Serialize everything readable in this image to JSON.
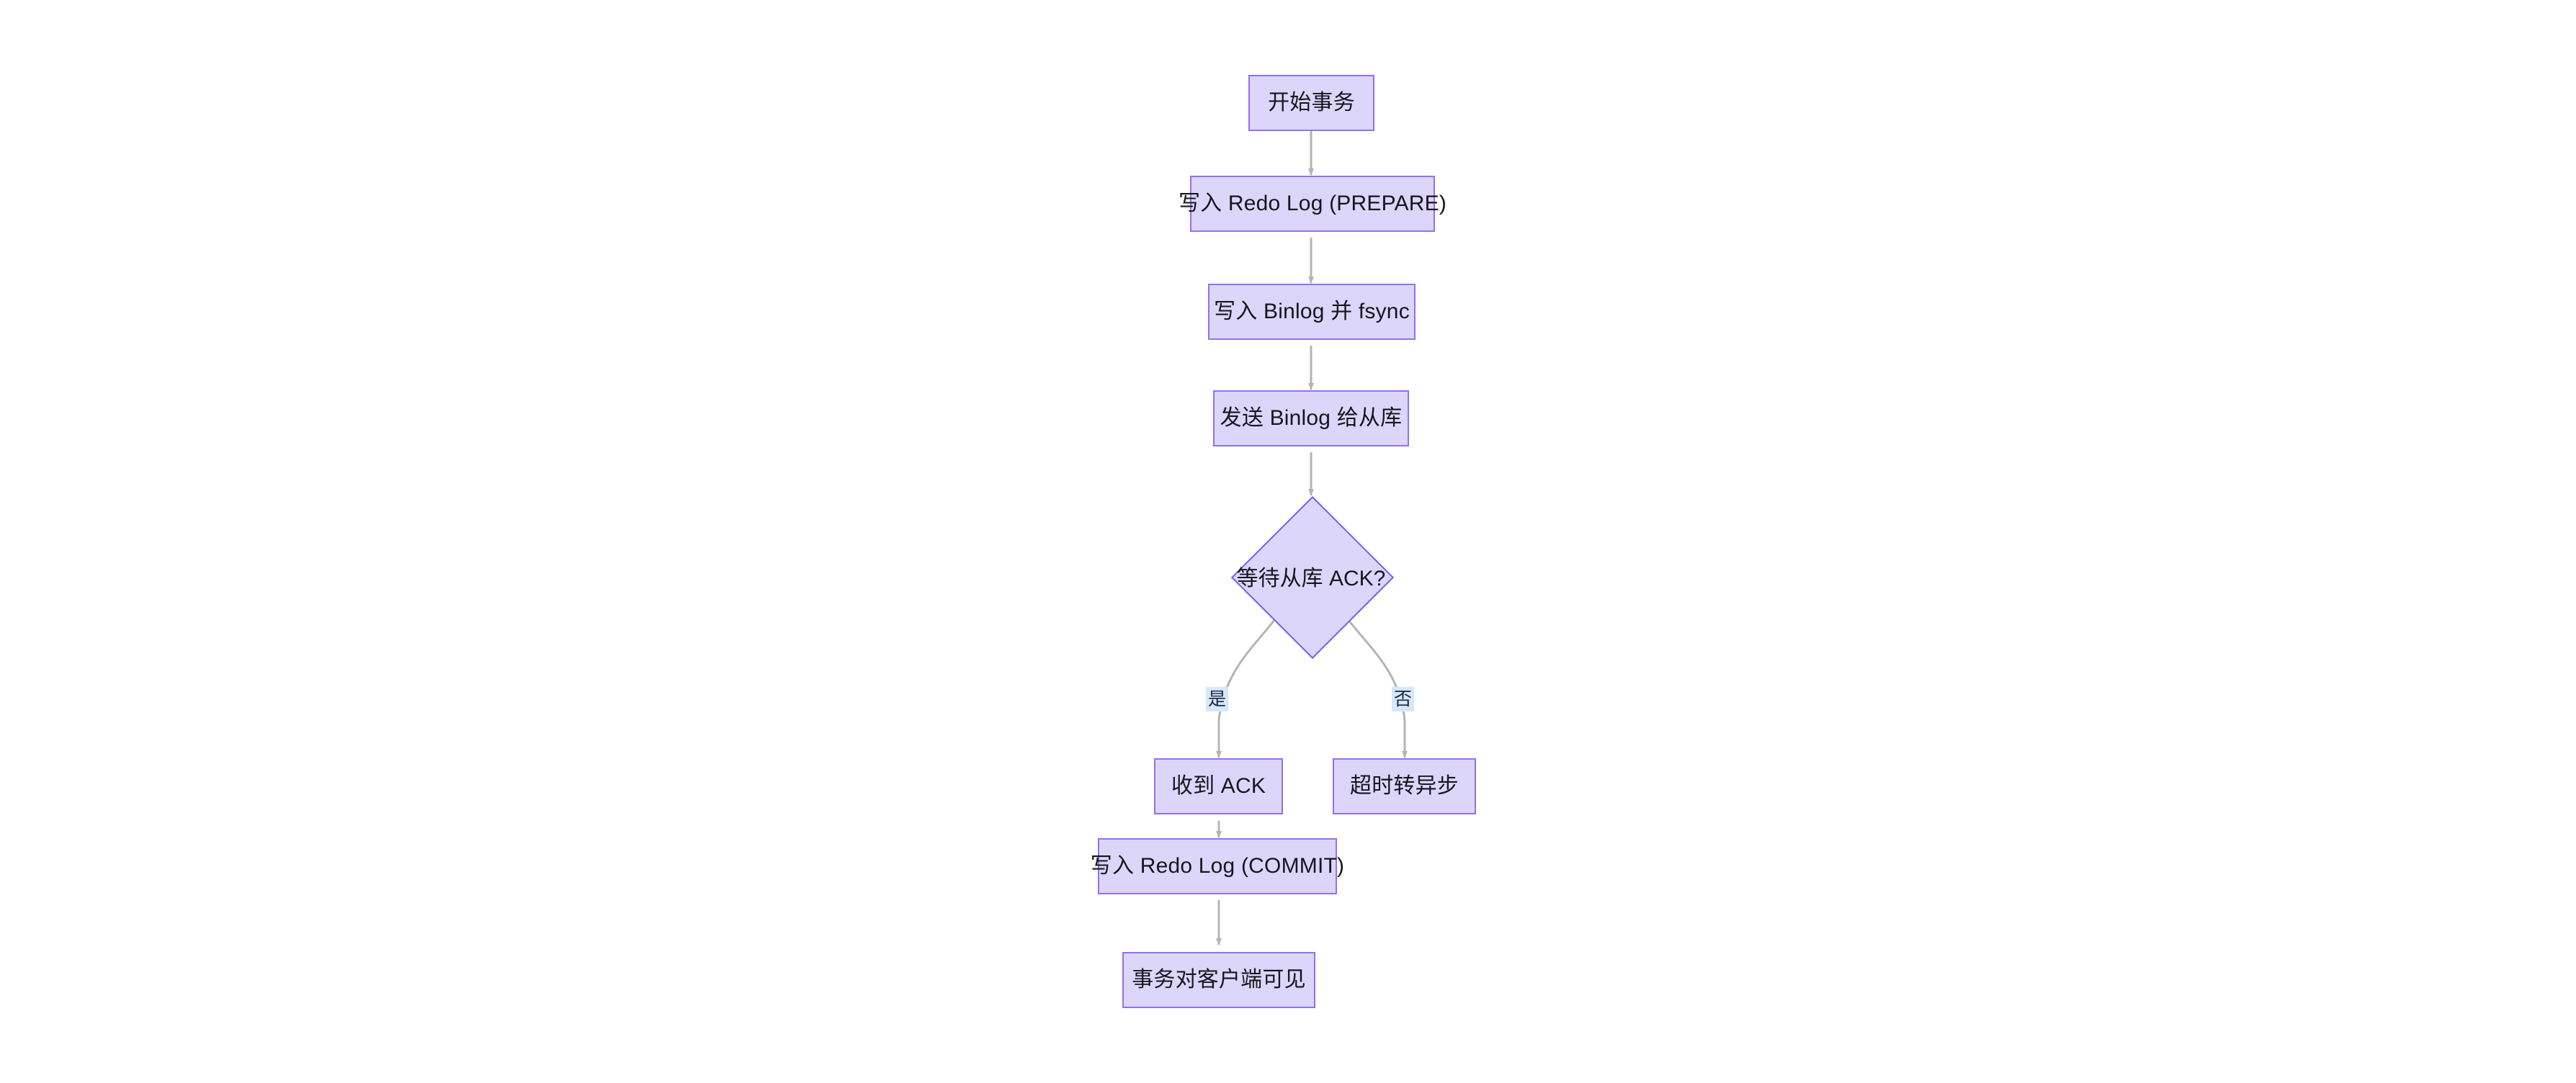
{
  "diagram": {
    "type": "flowchart",
    "direction": "top-down",
    "title": "",
    "theme": {
      "background": "#ffffff",
      "node_fill": "#dcd6fb",
      "node_border": "#9370f0",
      "decision_border": "#7b5fe8",
      "node_text": "#16161c",
      "edge_stroke": "#b4b4b4",
      "edge_label_background": "#d3e8f8",
      "edge_label_text": "#232344"
    },
    "nodes": [
      {
        "id": "start",
        "shape": "rect",
        "label": "开始事务"
      },
      {
        "id": "redo_prepare",
        "shape": "rect",
        "label": "写入 Redo Log (PREPARE)"
      },
      {
        "id": "binlog_fsync",
        "shape": "rect",
        "label": "写入 Binlog 并 fsync"
      },
      {
        "id": "send_binlog",
        "shape": "rect",
        "label": "发送 Binlog 给从库"
      },
      {
        "id": "wait_ack",
        "shape": "diamond",
        "label": "等待从库 ACK?"
      },
      {
        "id": "got_ack",
        "shape": "rect",
        "label": "收到 ACK"
      },
      {
        "id": "timeout_async",
        "shape": "rect",
        "label": "超时转异步"
      },
      {
        "id": "redo_commit",
        "shape": "rect",
        "label": "写入 Redo Log (COMMIT)"
      },
      {
        "id": "visible",
        "shape": "rect",
        "label": "事务对客户端可见"
      }
    ],
    "edges": [
      {
        "from": "start",
        "to": "redo_prepare",
        "label": ""
      },
      {
        "from": "redo_prepare",
        "to": "binlog_fsync",
        "label": ""
      },
      {
        "from": "binlog_fsync",
        "to": "send_binlog",
        "label": ""
      },
      {
        "from": "send_binlog",
        "to": "wait_ack",
        "label": ""
      },
      {
        "from": "wait_ack",
        "to": "got_ack",
        "label": "是"
      },
      {
        "from": "wait_ack",
        "to": "timeout_async",
        "label": "否"
      },
      {
        "from": "got_ack",
        "to": "redo_commit",
        "label": ""
      },
      {
        "from": "redo_commit",
        "to": "visible",
        "label": ""
      }
    ],
    "edge_labels": {
      "yes": "是",
      "no": "否"
    }
  }
}
